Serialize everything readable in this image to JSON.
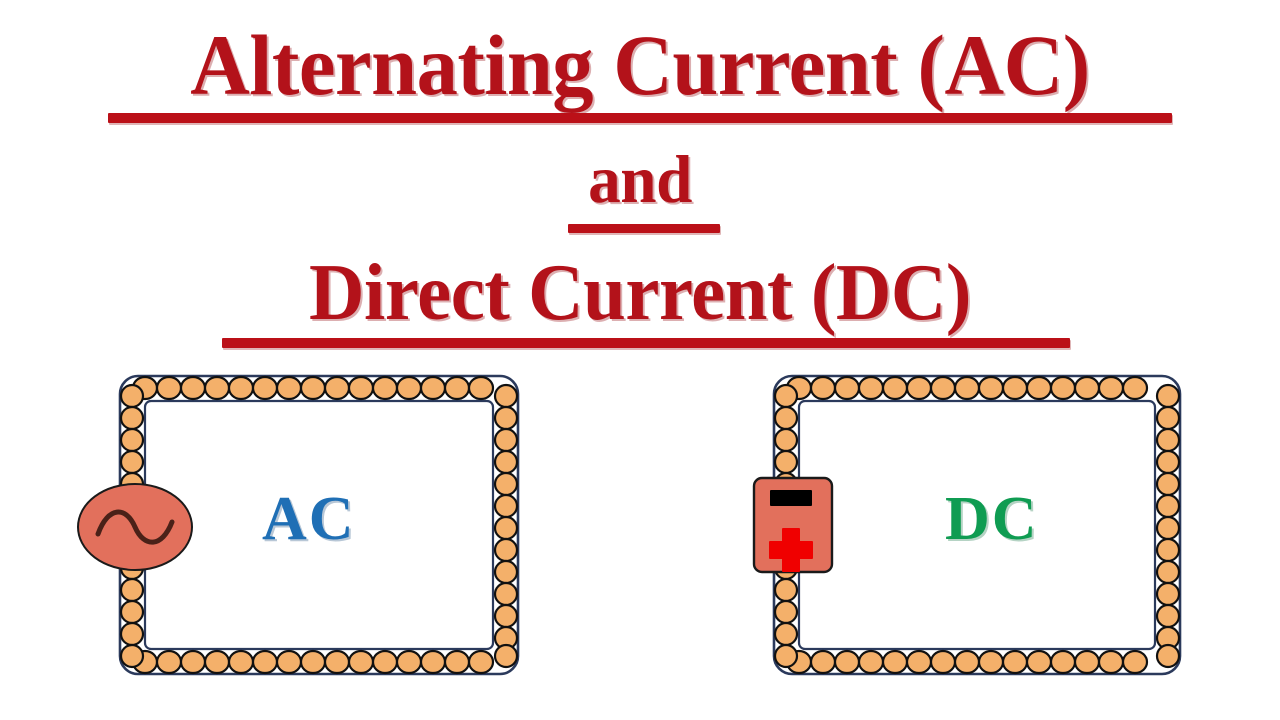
{
  "slide": {
    "background_color": "#ffffff",
    "title": {
      "line1": "Alternating Current (AC)",
      "line2": "and",
      "line3": "Direct Current (DC)",
      "color": "#b3121a",
      "underline_color": "#bb1018"
    }
  },
  "circuits": [
    {
      "id": "ac-circuit",
      "label": "AC",
      "label_color": "#1f6fb5",
      "source_type": "ac-source",
      "source_symbol": "sine-wave",
      "source_color": "#e2705c",
      "wire_color": "#2b3a5c",
      "bead_color": "#f4b06a",
      "bead_outline_color": "#111111"
    },
    {
      "id": "dc-circuit",
      "label": "DC",
      "label_color": "#0f9c52",
      "source_type": "battery",
      "source_color": "#e2705c",
      "terminal_negative": "minus-bar",
      "terminal_negative_color": "#000000",
      "terminal_positive": "plus-cross",
      "terminal_positive_color": "#f00000",
      "wire_color": "#2b3a5c",
      "bead_color": "#f4b06a",
      "bead_outline_color": "#111111"
    }
  ]
}
